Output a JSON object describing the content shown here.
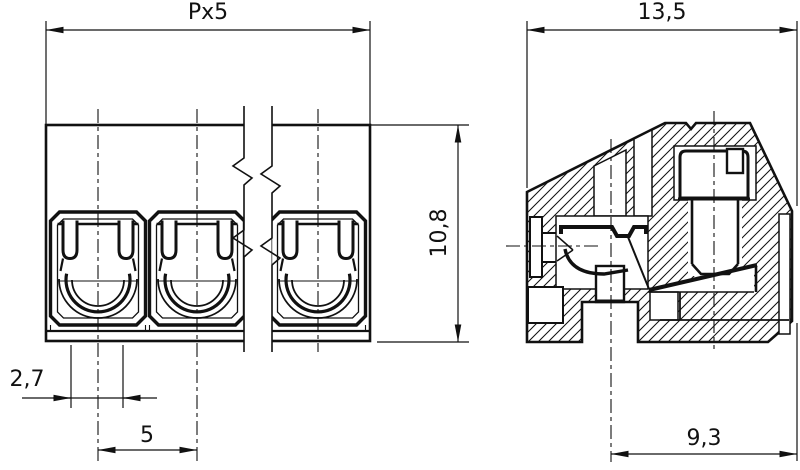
{
  "drawing": {
    "front_view": {
      "dim_total_width": "Px5",
      "dim_height": "10,8",
      "dim_wire_opening": "2,7",
      "dim_pitch": "5"
    },
    "side_view": {
      "dim_depth": "13,5",
      "dim_bottom": "9,3"
    },
    "colors": {
      "line": "#111111",
      "background": "#ffffff"
    }
  }
}
